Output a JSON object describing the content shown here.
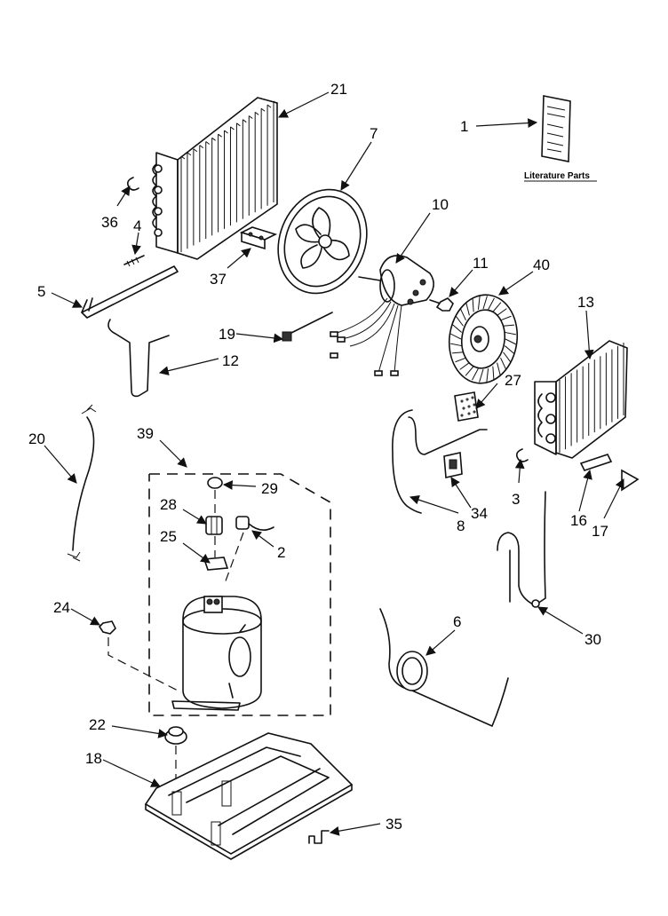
{
  "literature_label": "Literature Parts",
  "callouts": [
    "1",
    "2",
    "3",
    "4",
    "5",
    "6",
    "7",
    "8",
    "10",
    "11",
    "12",
    "13",
    "16",
    "17",
    "18",
    "19",
    "20",
    "21",
    "22",
    "24",
    "25",
    "27",
    "28",
    "29",
    "30",
    "34",
    "35",
    "36",
    "37",
    "39",
    "40"
  ]
}
